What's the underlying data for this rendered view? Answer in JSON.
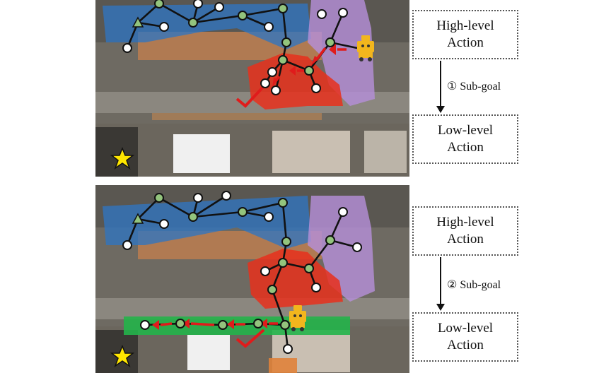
{
  "diagram": {
    "top": {
      "high_level": [
        "High-level",
        "Action"
      ],
      "subgoal": "① Sub-goal",
      "low_level": [
        "Low-level",
        "Action"
      ]
    },
    "bottom": {
      "high_level": [
        "High-level",
        "Action"
      ],
      "subgoal": "② Sub-goal",
      "low_level": [
        "Low-level",
        "Action"
      ]
    },
    "colors": {
      "region_blue": "#2f74c0",
      "region_purple": "#b58fd8",
      "region_red": "#e8301c",
      "region_green": "#23b44a",
      "region_orange": "#e0823a",
      "node_green": "#93c47d",
      "node_white": "#ffffff",
      "arrow_red": "#e01b1b",
      "star": "#ffe600",
      "robot": "#f2b61d"
    },
    "icons": [
      "robot-icon",
      "star-icon",
      "checkmark-icon",
      "triangle-marker-icon"
    ]
  }
}
